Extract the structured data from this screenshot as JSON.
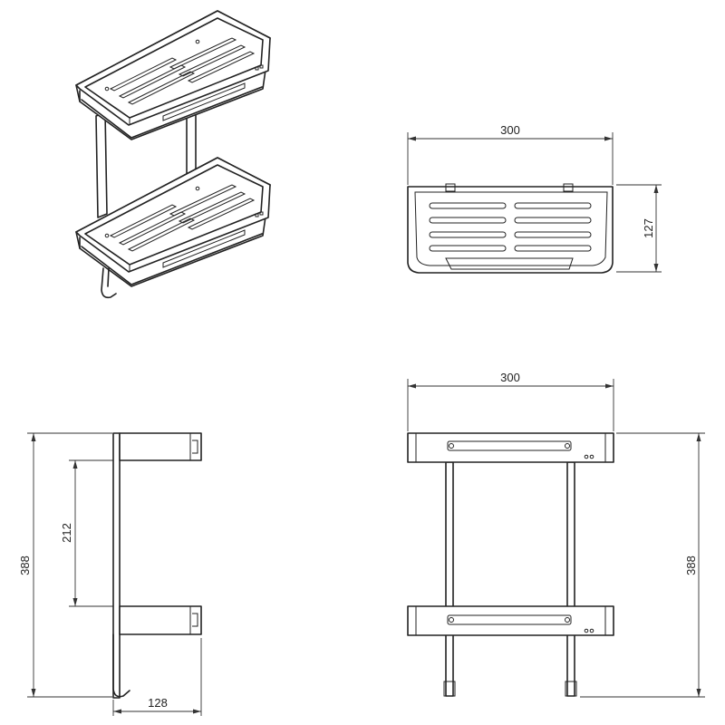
{
  "dimensions": {
    "top_width": "300",
    "top_depth": "127",
    "front_width": "300",
    "front_height": "388",
    "side_height": "388",
    "side_spacing": "212",
    "side_depth": "128"
  }
}
